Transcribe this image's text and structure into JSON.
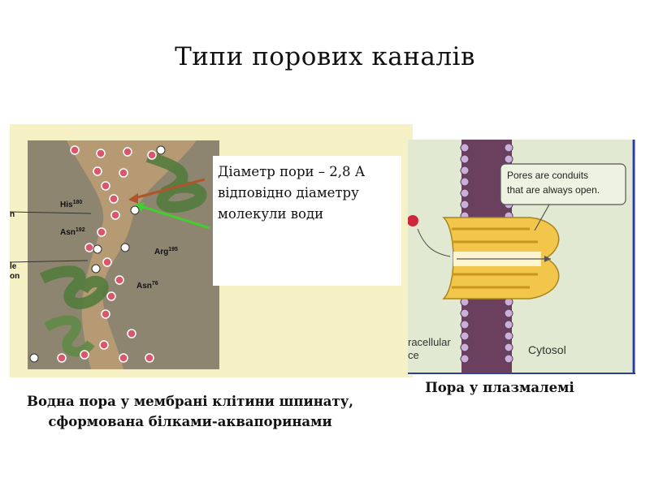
{
  "title": "Типи порових каналів",
  "callout": {
    "line1": "Діаметр пори – 2,8 А",
    "line2": "відповідно діаметру",
    "line3": "молекули води"
  },
  "left_figure": {
    "labels": {
      "his": "His",
      "his_sup": "180",
      "asn192": "Asn",
      "asn192_sup": "192",
      "arg": "Arg",
      "arg_sup": "195",
      "asn76": "Asn",
      "asn76_sup": "76",
      "edge_n": "n",
      "edge_le": "le",
      "edge_on": "on"
    }
  },
  "right_figure": {
    "bubble_line1": "Pores are conduits",
    "bubble_line2": "that are always open.",
    "extracellular_1": "racellular",
    "extracellular_2": "ce",
    "cytosol": "Cytosol"
  },
  "captions": {
    "left_line1": "Водна пора у мембрані клітини шпинату,",
    "left_line2": "сформована білками-аквапоринами",
    "right": "Пора у плазмалемі"
  }
}
